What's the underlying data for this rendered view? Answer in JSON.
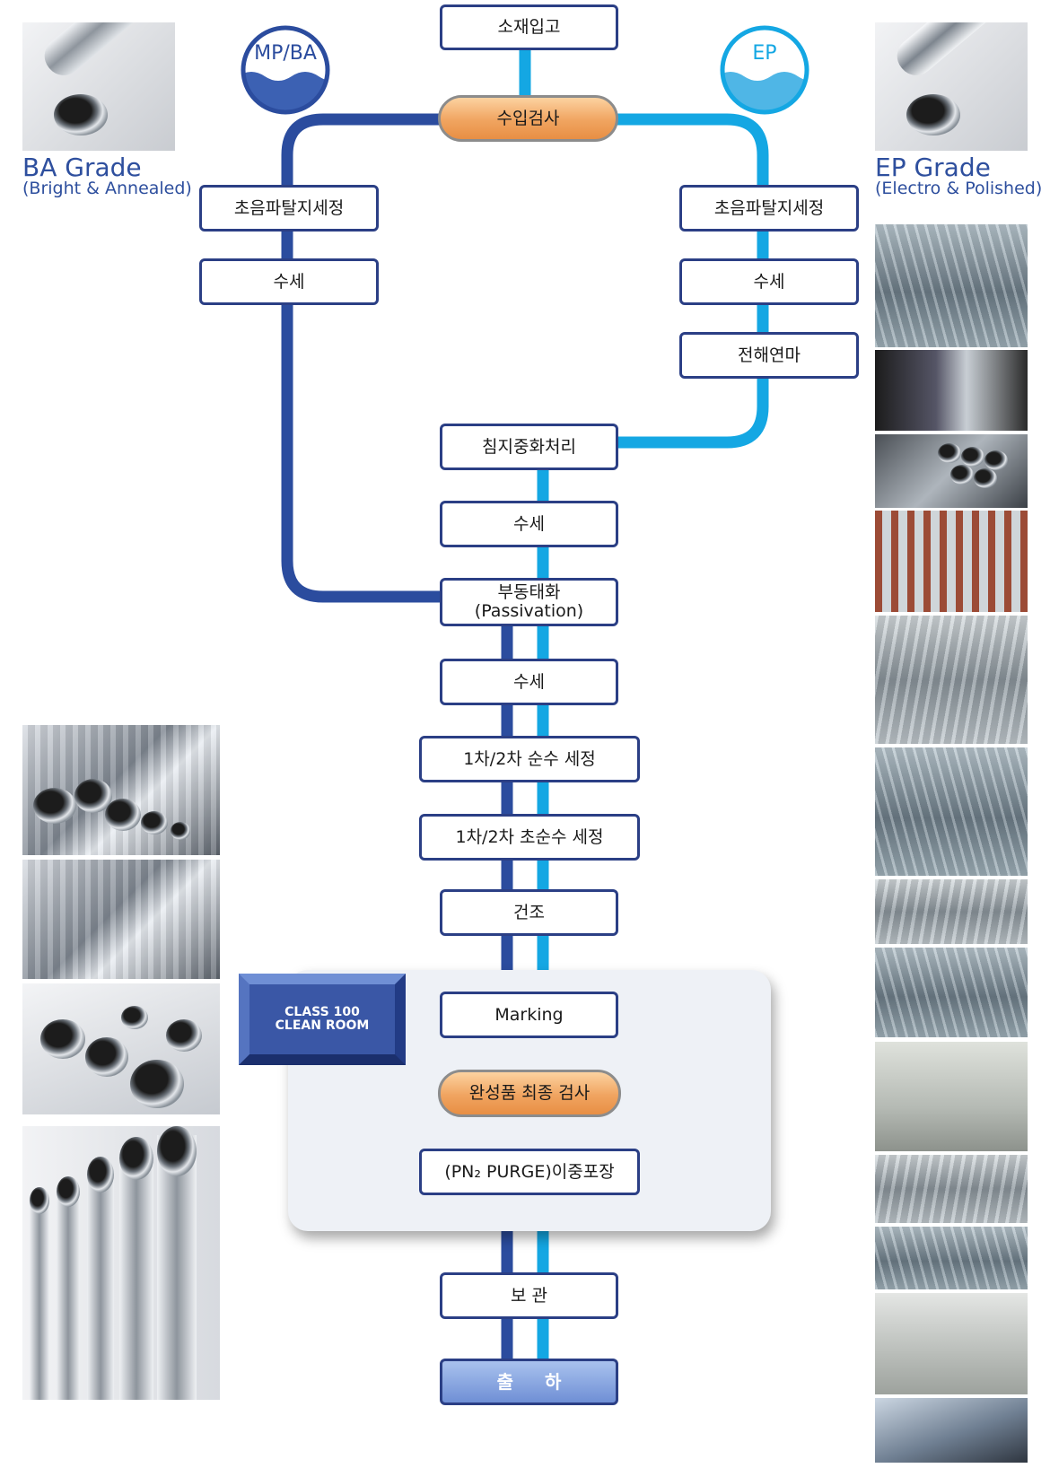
{
  "left_grade": {
    "title": "BA Grade",
    "subtitle": "(Bright & Annealed)"
  },
  "right_grade": {
    "title": "EP Grade",
    "subtitle": "(Electro & Polished)"
  },
  "circle_left": {
    "label": "MP/BA"
  },
  "circle_right": {
    "label": "EP"
  },
  "clean_room": {
    "line1": "CLASS 100",
    "line2": "CLEAN ROOM"
  },
  "steps": {
    "material_in": "소재입고",
    "incoming_inspection": "수입검사",
    "ba_ultrasonic": "초음파탈지세정",
    "ba_rinse": "수세",
    "ep_ultrasonic": "초음파탈지세정",
    "ep_rinse": "수세",
    "ep_electropolish": "전해연마",
    "pickling": "침지중화처리",
    "rinse_after_pickling": "수세",
    "passivation": "부동태화",
    "passivation_en": "(Passivation)",
    "rinse_after_passivation": "수세",
    "pure_water_wash": "1차/2차 순수 세정",
    "ultrapure_water_wash": "1차/2차 초순수 세정",
    "drying": "건조",
    "marking": "Marking",
    "final_inspection": "완성품 최종 검사",
    "packaging": "(PN₂  PURGE)이중포장",
    "storage": "보   관",
    "shipping": "출 하"
  },
  "colors": {
    "ba_line": "#2b4c9e",
    "ep_line": "#14a7e3",
    "box_border": "#2b3f85",
    "orange": "#f0a460"
  }
}
